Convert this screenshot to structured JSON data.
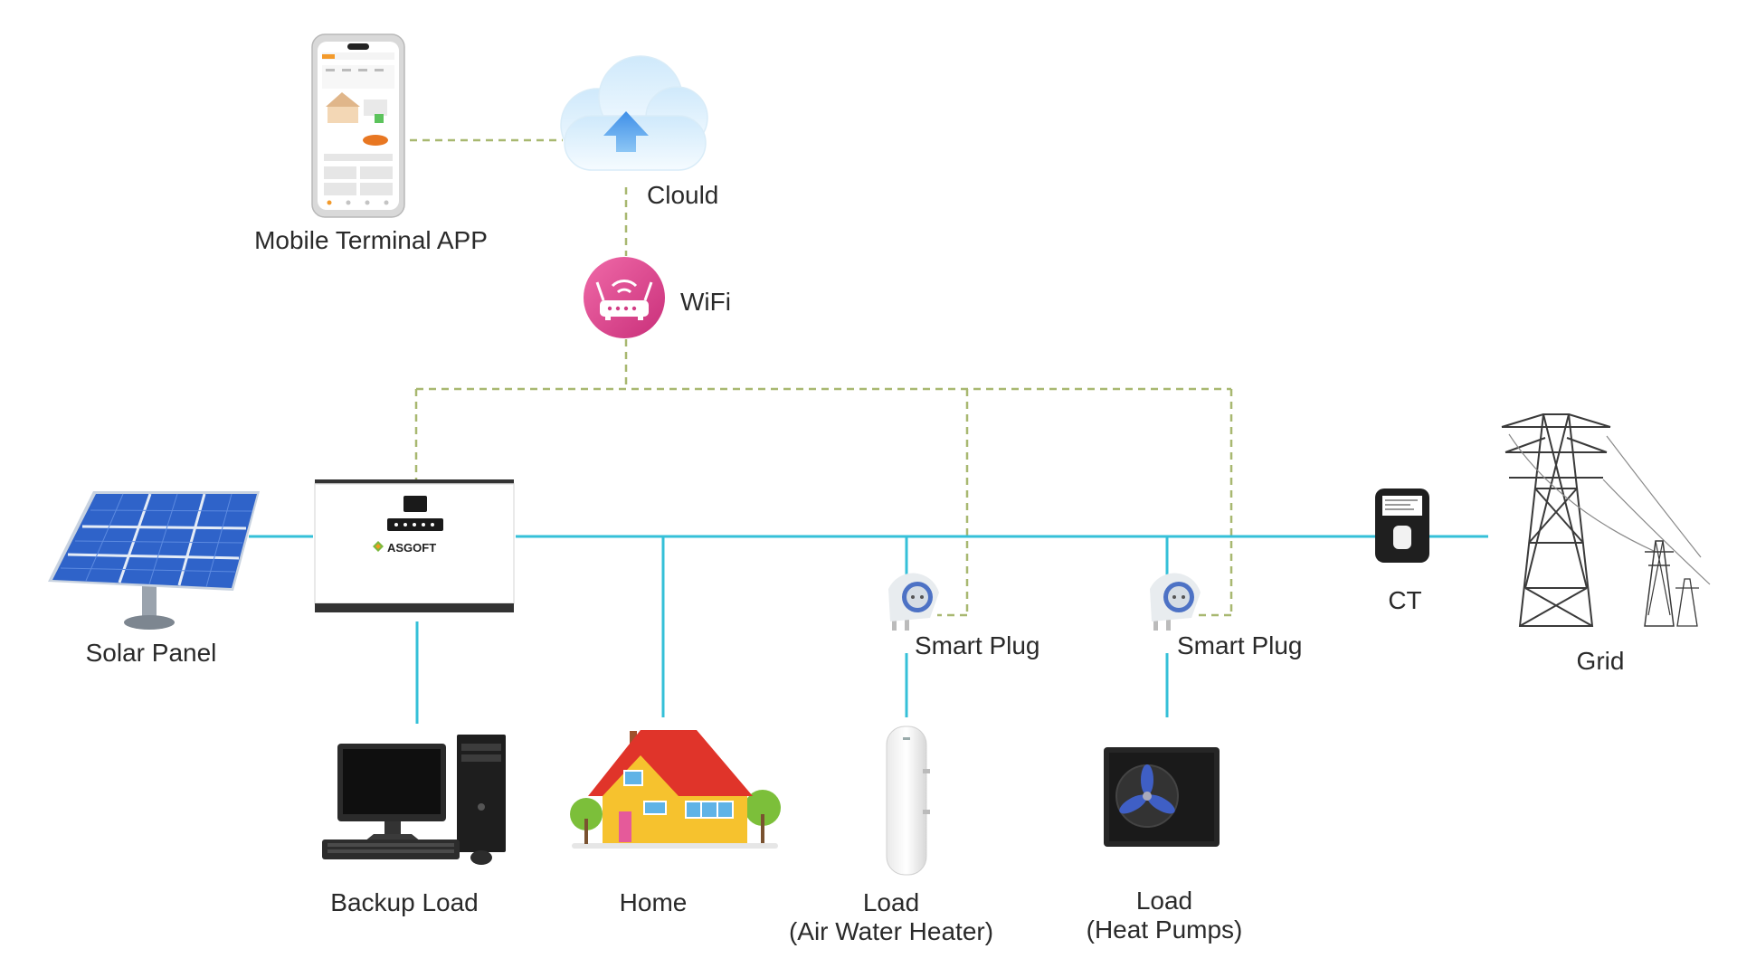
{
  "diagram": {
    "nodes": {
      "app": {
        "label": "Mobile Terminal APP"
      },
      "cloud": {
        "label": "Clould"
      },
      "wifi": {
        "label": "WiFi"
      },
      "inverter": {
        "brand": "ASGOFT"
      },
      "solar": {
        "label": "Solar Panel"
      },
      "backup": {
        "label": "Backup Load"
      },
      "home": {
        "label": "Home"
      },
      "plug1": {
        "label": "Smart Plug"
      },
      "plug2": {
        "label": "Smart Plug"
      },
      "heater": {
        "label_line1": "Load",
        "label_line2": "(Air Water Heater)"
      },
      "heatpump": {
        "label_line1": "Load",
        "label_line2": "(Heat Pumps)"
      },
      "ct": {
        "label": "CT"
      },
      "grid": {
        "label": "Grid"
      }
    },
    "colors": {
      "power_line": "#35c0d8",
      "data_line": "#a8b870",
      "wifi": "#e0458f",
      "solar_cell": "#2f63c9",
      "roof": "#e0342a",
      "house_wall": "#f6c22e"
    },
    "icons": [
      "phone-icon",
      "cloud-icon",
      "wifi-router-icon",
      "inverter-icon",
      "solar-panel-icon",
      "computer-icon",
      "house-icon",
      "smart-plug-icon",
      "water-heater-icon",
      "heat-pump-icon",
      "ct-clamp-icon",
      "pylon-icon"
    ]
  }
}
